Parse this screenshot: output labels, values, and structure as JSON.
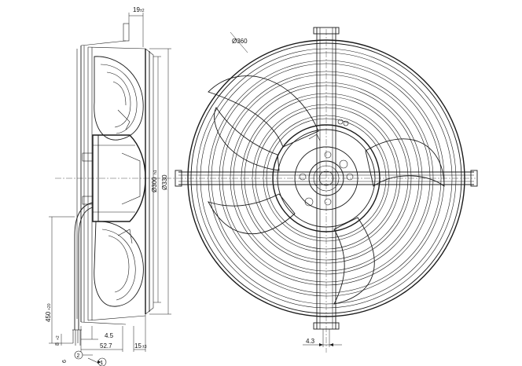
{
  "side_view": {
    "dimensions": {
      "top_width": "19",
      "top_width_tol": "±2",
      "fan_diameter": "Ø300",
      "fan_diameter_tol": "h1",
      "housing_diameter": "Ø330",
      "cable_length": "450",
      "cable_length_tol": "+20",
      "strip_length": "8",
      "strip_length_tol": "+2",
      "strip_small": "6",
      "offset_small": "4.5",
      "depth": "52.7",
      "flange_width": "15",
      "flange_width_tol": "±3"
    },
    "balloons": [
      "2",
      "1"
    ]
  },
  "front_view": {
    "dimensions": {
      "guard_diameter": "Ø360",
      "bracket_offset": "4.3"
    }
  }
}
